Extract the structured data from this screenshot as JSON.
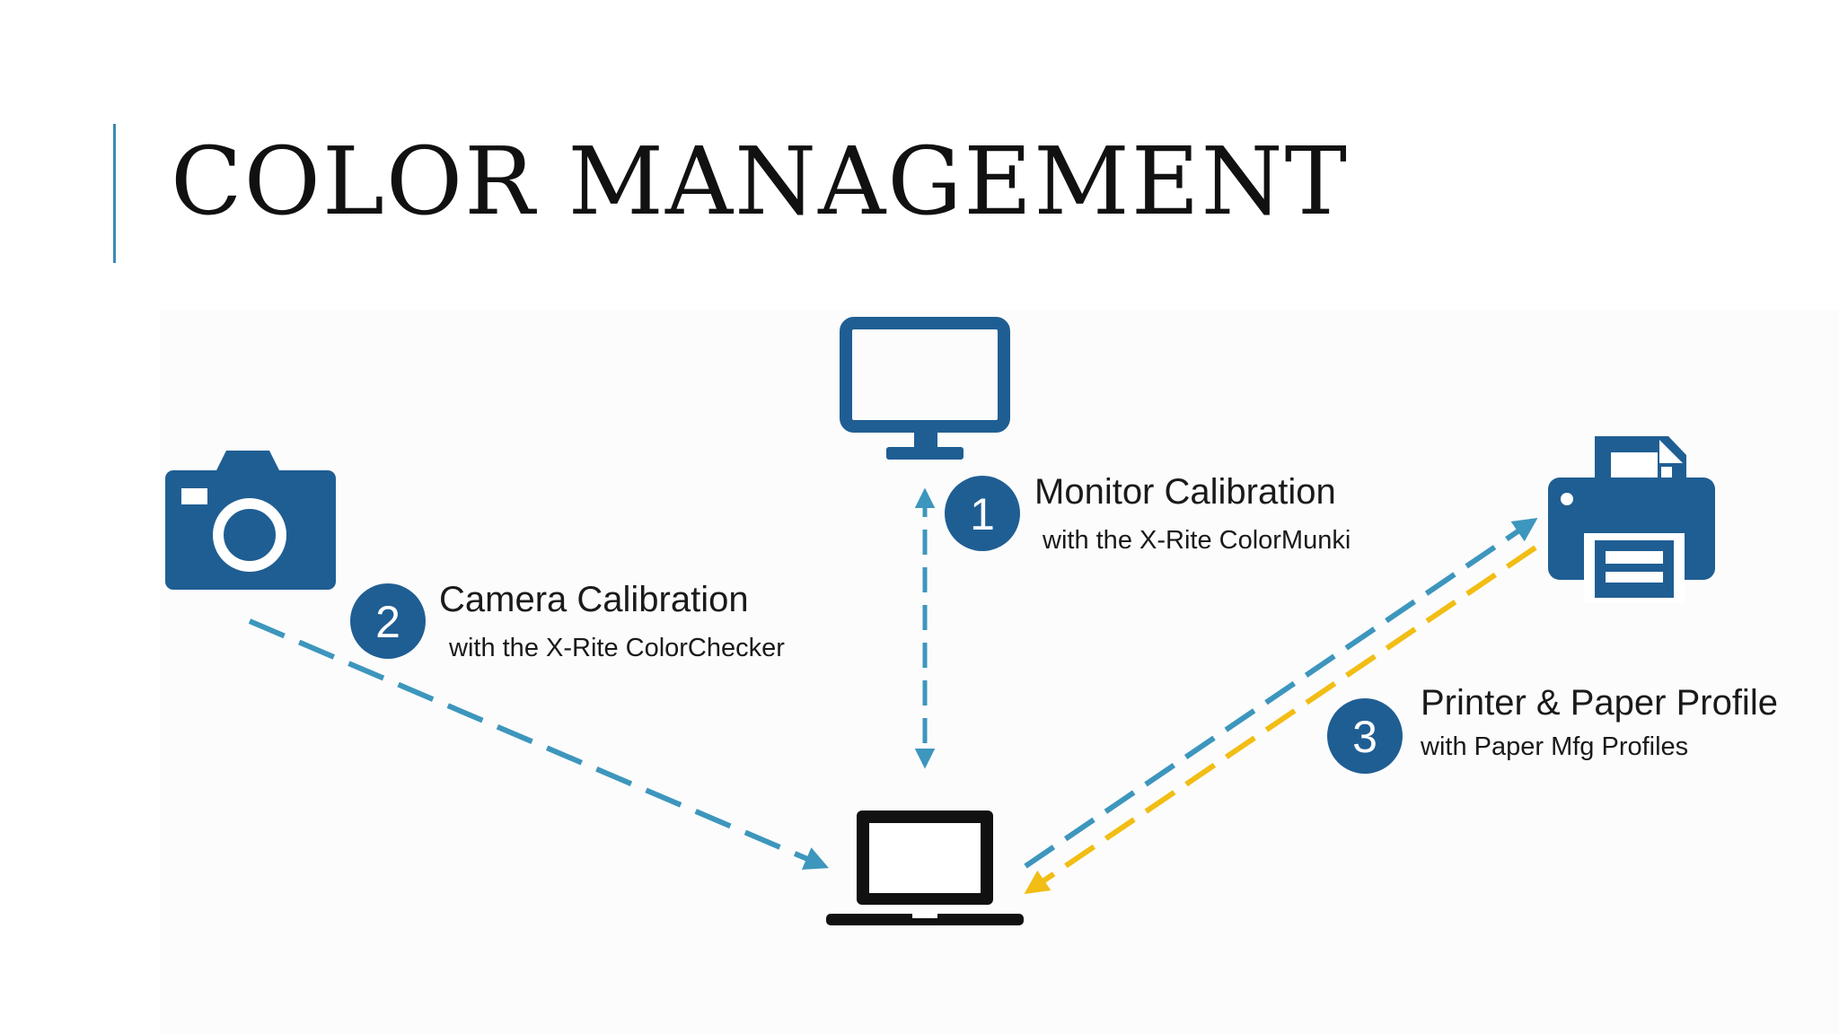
{
  "slide": {
    "title": "COLOR MANAGEMENT"
  },
  "colors": {
    "title_bar": "#3b8bb5",
    "icon_blue": "#1f5e93",
    "arrow_blue": "#3d96bd",
    "arrow_yellow": "#f2bd14",
    "laptop": "#111111"
  },
  "devices": {
    "camera": {
      "icon": "camera-icon"
    },
    "monitor": {
      "icon": "monitor-icon"
    },
    "printer": {
      "icon": "printer-icon"
    },
    "laptop": {
      "icon": "laptop-icon"
    }
  },
  "steps": [
    {
      "number": "1",
      "label": "Monitor Calibration",
      "sublabel": "with the X-Rite ColorMunki"
    },
    {
      "number": "2",
      "label": "Camera Calibration",
      "sublabel": "with the X-Rite ColorChecker"
    },
    {
      "number": "3",
      "label": "Printer & Paper Profile",
      "sublabel": "with Paper Mfg Profiles"
    }
  ]
}
